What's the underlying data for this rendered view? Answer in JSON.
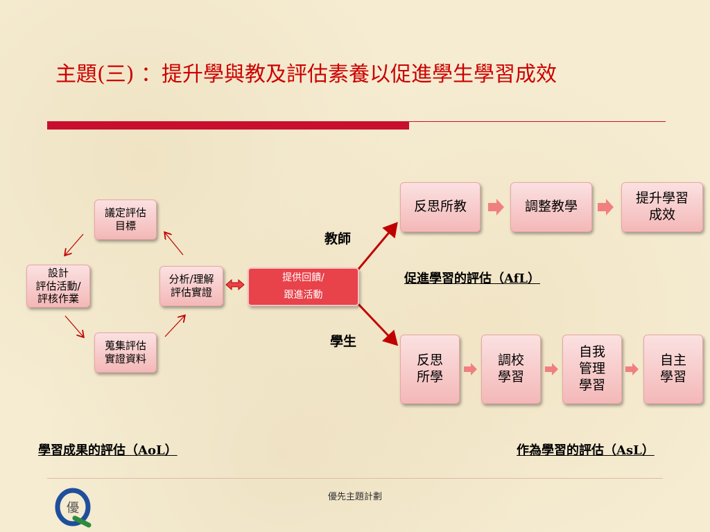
{
  "title": "主題(三) ：提升學與教及評估素養以促進學生學習成效",
  "cycle": {
    "set_goals": "議定評估\n目標",
    "design": "設計\n評估活動/\n評核作業",
    "collect": "蒐集評估\n實證資料",
    "analyze": "分析/理解\n評估實證"
  },
  "feedback": "提供回饋/\n跟進活動",
  "teacher": {
    "label": "教師",
    "steps": [
      "反思所教",
      "調整教學",
      "提升學習\n成效"
    ]
  },
  "student": {
    "label": "學生",
    "steps": [
      "反思\n所學",
      "調校\n學習",
      "自我\n管理\n學習",
      "自主\n學習"
    ]
  },
  "afl": "促進學習的評估（AfL）",
  "aol": "學習成果的評估（AoL）",
  "asl": "作為學習的評估（AsL）",
  "footer": "優先主題計劃",
  "logo_text": "優",
  "colors": {
    "title": "#cc0000",
    "accent_bar": "#c8102e",
    "box_fill": "#f4b8b8",
    "feedback_fill": "#e8424a",
    "arrow": "#c00000",
    "chevron": "#f08080"
  }
}
